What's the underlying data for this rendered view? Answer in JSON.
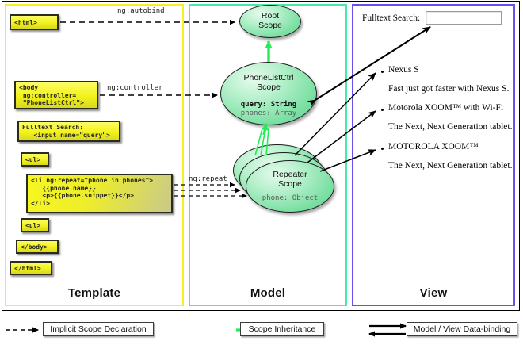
{
  "columns": [
    {
      "id": "template",
      "label": "Template"
    },
    {
      "id": "model",
      "label": "Model"
    },
    {
      "id": "view",
      "label": "View"
    }
  ],
  "colors": {
    "template_border": "#f5f01e",
    "model_border": "#49e9a6",
    "view_border": "#6a4ef0",
    "scope_fill": "#7ce0a4",
    "inheritance_arrow": "#22ee55",
    "code_box_fill": "#f2f21a"
  },
  "template": {
    "boxes": [
      {
        "name": "html-open-box",
        "text": "<html>"
      },
      {
        "name": "body-controller-box",
        "text": "<body\n ng:controller=\n \"PhoneListCtrl\">"
      },
      {
        "name": "fulltext-search-box",
        "text": "Fulltext Search:\n   <input name=\"query\">"
      },
      {
        "name": "ul-open-box",
        "text": "<ul>"
      },
      {
        "name": "li-repeat-box",
        "text": "<li ng:repeat=\"phone in phones\">\n   {{phone.name}}\n   <p>{{phone.snippet}}</p>\n</li>"
      },
      {
        "name": "ul-close-box",
        "text": "<ul>"
      },
      {
        "name": "body-close-box",
        "text": "</body>"
      },
      {
        "name": "html-close-box",
        "text": "</html>"
      }
    ]
  },
  "model": {
    "scopes": [
      {
        "name": "root-scope",
        "title_line1": "Root",
        "title_line2": "Scope",
        "fields": []
      },
      {
        "name": "phonelistctrl-scope",
        "title_line1": "PhoneListCtrl",
        "title_line2": "Scope",
        "fields": [
          {
            "text": "query: String",
            "bold": true
          },
          {
            "text": "phones: Array",
            "bold": false
          }
        ]
      },
      {
        "name": "repeater-scope",
        "title_line1": "Repeater",
        "title_line2": "Scope",
        "fields": [
          {
            "text": "phone: Object",
            "bold": false
          }
        ]
      }
    ]
  },
  "edges": {
    "autobind_label": "ng:autobind",
    "controller_label": "ng:controller",
    "repeat_label": "ng:repeat"
  },
  "view": {
    "search_label": "Fulltext Search:",
    "search_value": "",
    "items": [
      {
        "name": "Nexus S",
        "snippet": "Fast just got faster with Nexus S."
      },
      {
        "name": "Motorola XOOM™  with Wi-Fi",
        "snippet": "The Next, Next Generation tablet."
      },
      {
        "name": "MOTOROLA XOOM™",
        "snippet": "The Next, Next Generation tablet."
      }
    ]
  },
  "legend": [
    {
      "name": "implicit-scope-declaration",
      "label": "Implicit Scope Declaration",
      "style": "dashed-arrow"
    },
    {
      "name": "scope-inheritance",
      "label": "Scope Inheritance",
      "style": "green-arrow"
    },
    {
      "name": "model-view-data-binding",
      "label": "Model / View Data-binding",
      "style": "double-arrow"
    }
  ]
}
